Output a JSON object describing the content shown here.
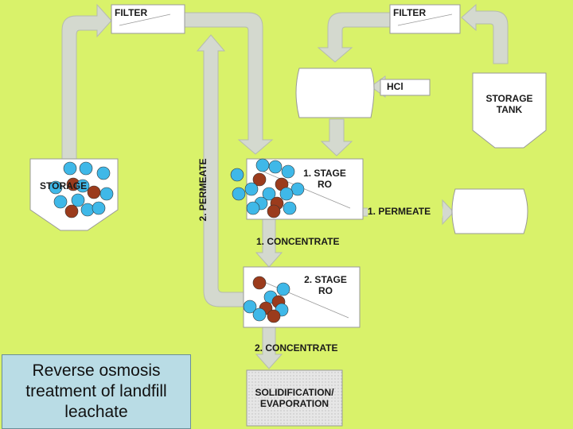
{
  "labels": {
    "filter_left": "FILTER",
    "filter_right": "FILTER",
    "hcl": "HCl",
    "storage_tank": "STORAGE TANK",
    "storage_left": "STORAGE",
    "stage1": "1. STAGE RO",
    "permeate1": "1. PERMEATE",
    "permeate2": "2. PERMEATE",
    "concentrate1": "1. CONCENTRATE",
    "stage2": "2. STAGE RO",
    "concentrate2": "2. CONCENTRATE",
    "solidification": "SOLIDIFICATION/ EVAPORATION"
  },
  "caption": "Reverse osmosis treatment of landfill leachate",
  "colors": {
    "background": "#d9f26a",
    "box_fill": "#ffffff",
    "arrow_fill": "#d4d9cf",
    "water_particle": "#3fb8e8",
    "contaminant_particle": "#9b3b1c",
    "caption_fill": "#b9dce5"
  }
}
